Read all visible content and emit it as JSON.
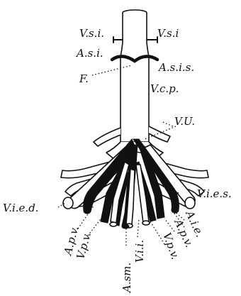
{
  "labels": {
    "vsi_left": "V.s.i.",
    "vsi_right": "V.s.i",
    "asi_left": "A.s.i.",
    "asis_right": "A.s.i.s.",
    "f": "F.",
    "vcp": "V.c.p.",
    "vu": "V.U.",
    "vied": "V.i.e.d.",
    "vies": "V.i.e.s.",
    "apv_left": "A.p.v.",
    "vpv_left": "V.p.v.",
    "asm": "A.sm.",
    "vii": "V.i.i.",
    "vpv_right": "V.p.v.",
    "apv_right": "A.p.v.",
    "aie": "A.i.e."
  },
  "colors": {
    "ink": "#111111",
    "paper": "#ffffff"
  }
}
